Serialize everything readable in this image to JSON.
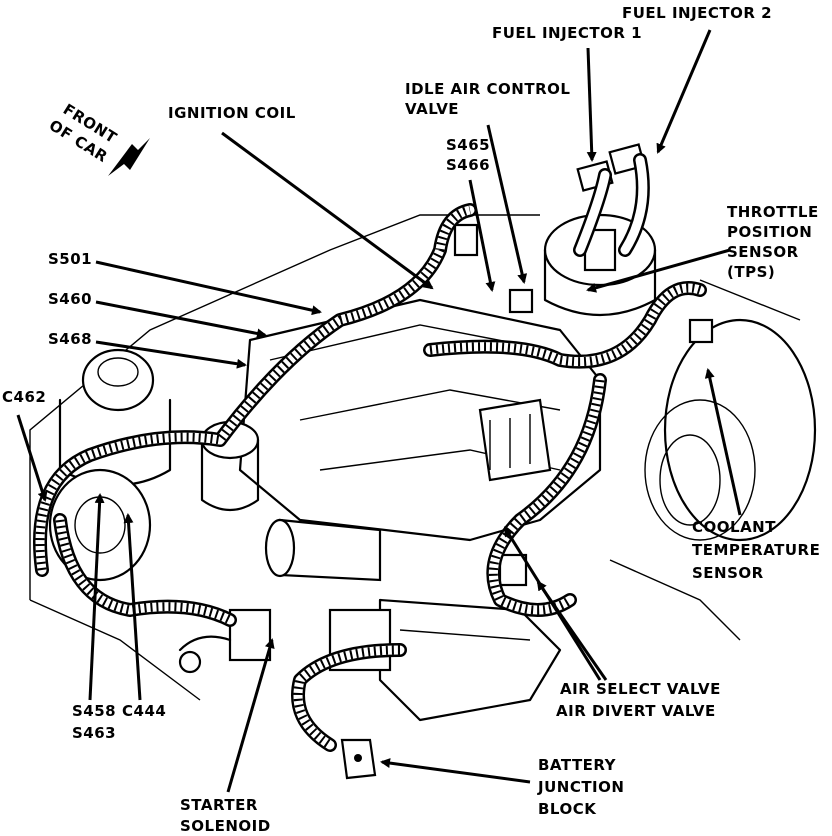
{
  "labels": {
    "fuel_injector_2": "FUEL INJECTOR 2",
    "fuel_injector_1": "FUEL INJECTOR 1",
    "idle_air_control_1": "IDLE AIR CONTROL",
    "idle_air_control_2": "VALVE",
    "ignition_coil": "IGNITION COIL",
    "front_of_car_1": "FRONT",
    "front_of_car_2": "OF CAR",
    "s465": "S465",
    "s466": "S466",
    "throttle_1": "THROTTLE",
    "throttle_2": "POSITION",
    "throttle_3": "SENSOR",
    "throttle_4": "(TPS)",
    "s501": "S501",
    "s460": "S460",
    "s468": "S468",
    "c462": "C462",
    "coolant_1": "COOLANT",
    "coolant_2": "TEMPERATURE",
    "coolant_3": "SENSOR",
    "air_select": "AIR SELECT VALVE",
    "air_divert": "AIR DIVERT VALVE",
    "s458": "S458",
    "s463": "S463",
    "c444": "C444",
    "battery_1": "BATTERY",
    "battery_2": "JUNCTION",
    "battery_3": "BLOCK",
    "starter_1": "STARTER",
    "starter_2": "SOLENOID"
  }
}
